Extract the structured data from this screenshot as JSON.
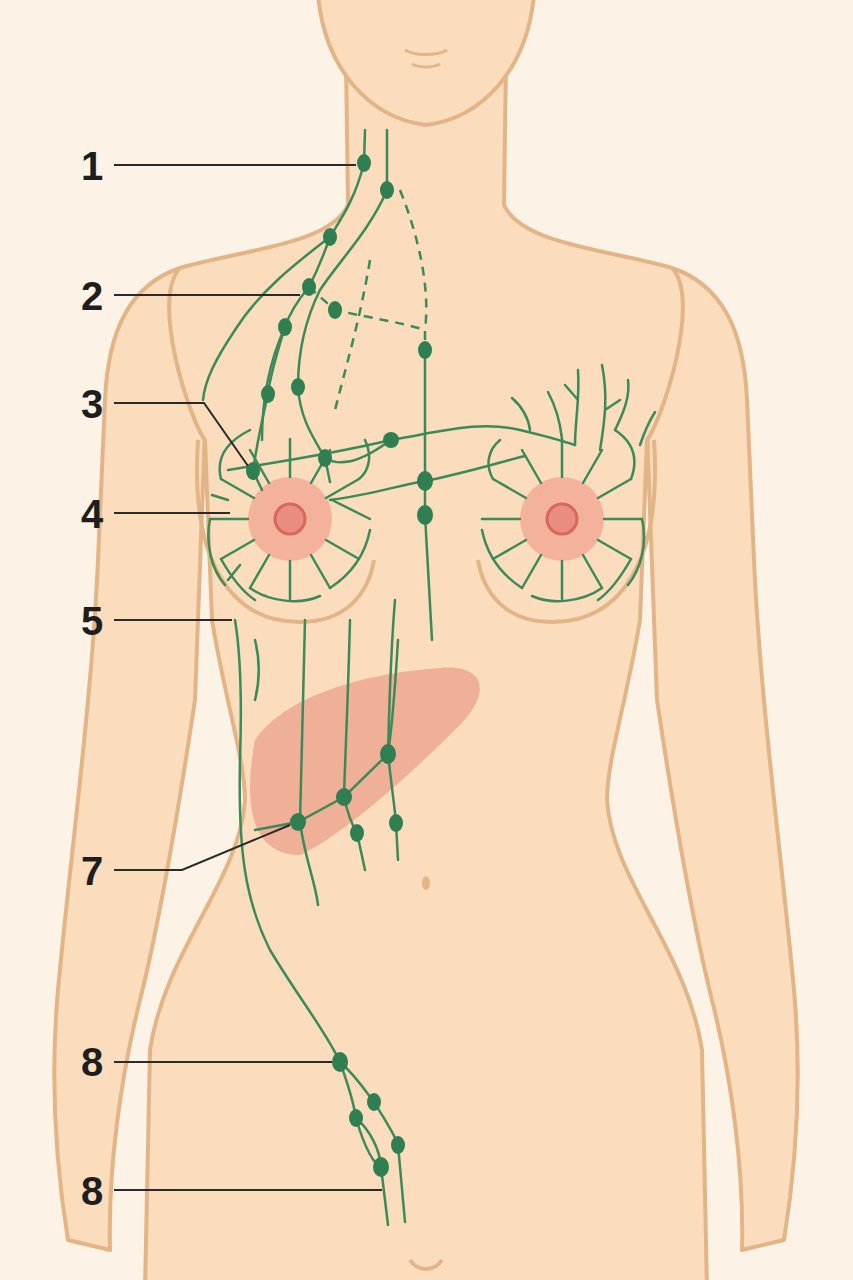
{
  "diagram": {
    "labels": [
      "1",
      "2",
      "3",
      "4",
      "5",
      "7",
      "8",
      "8"
    ]
  }
}
